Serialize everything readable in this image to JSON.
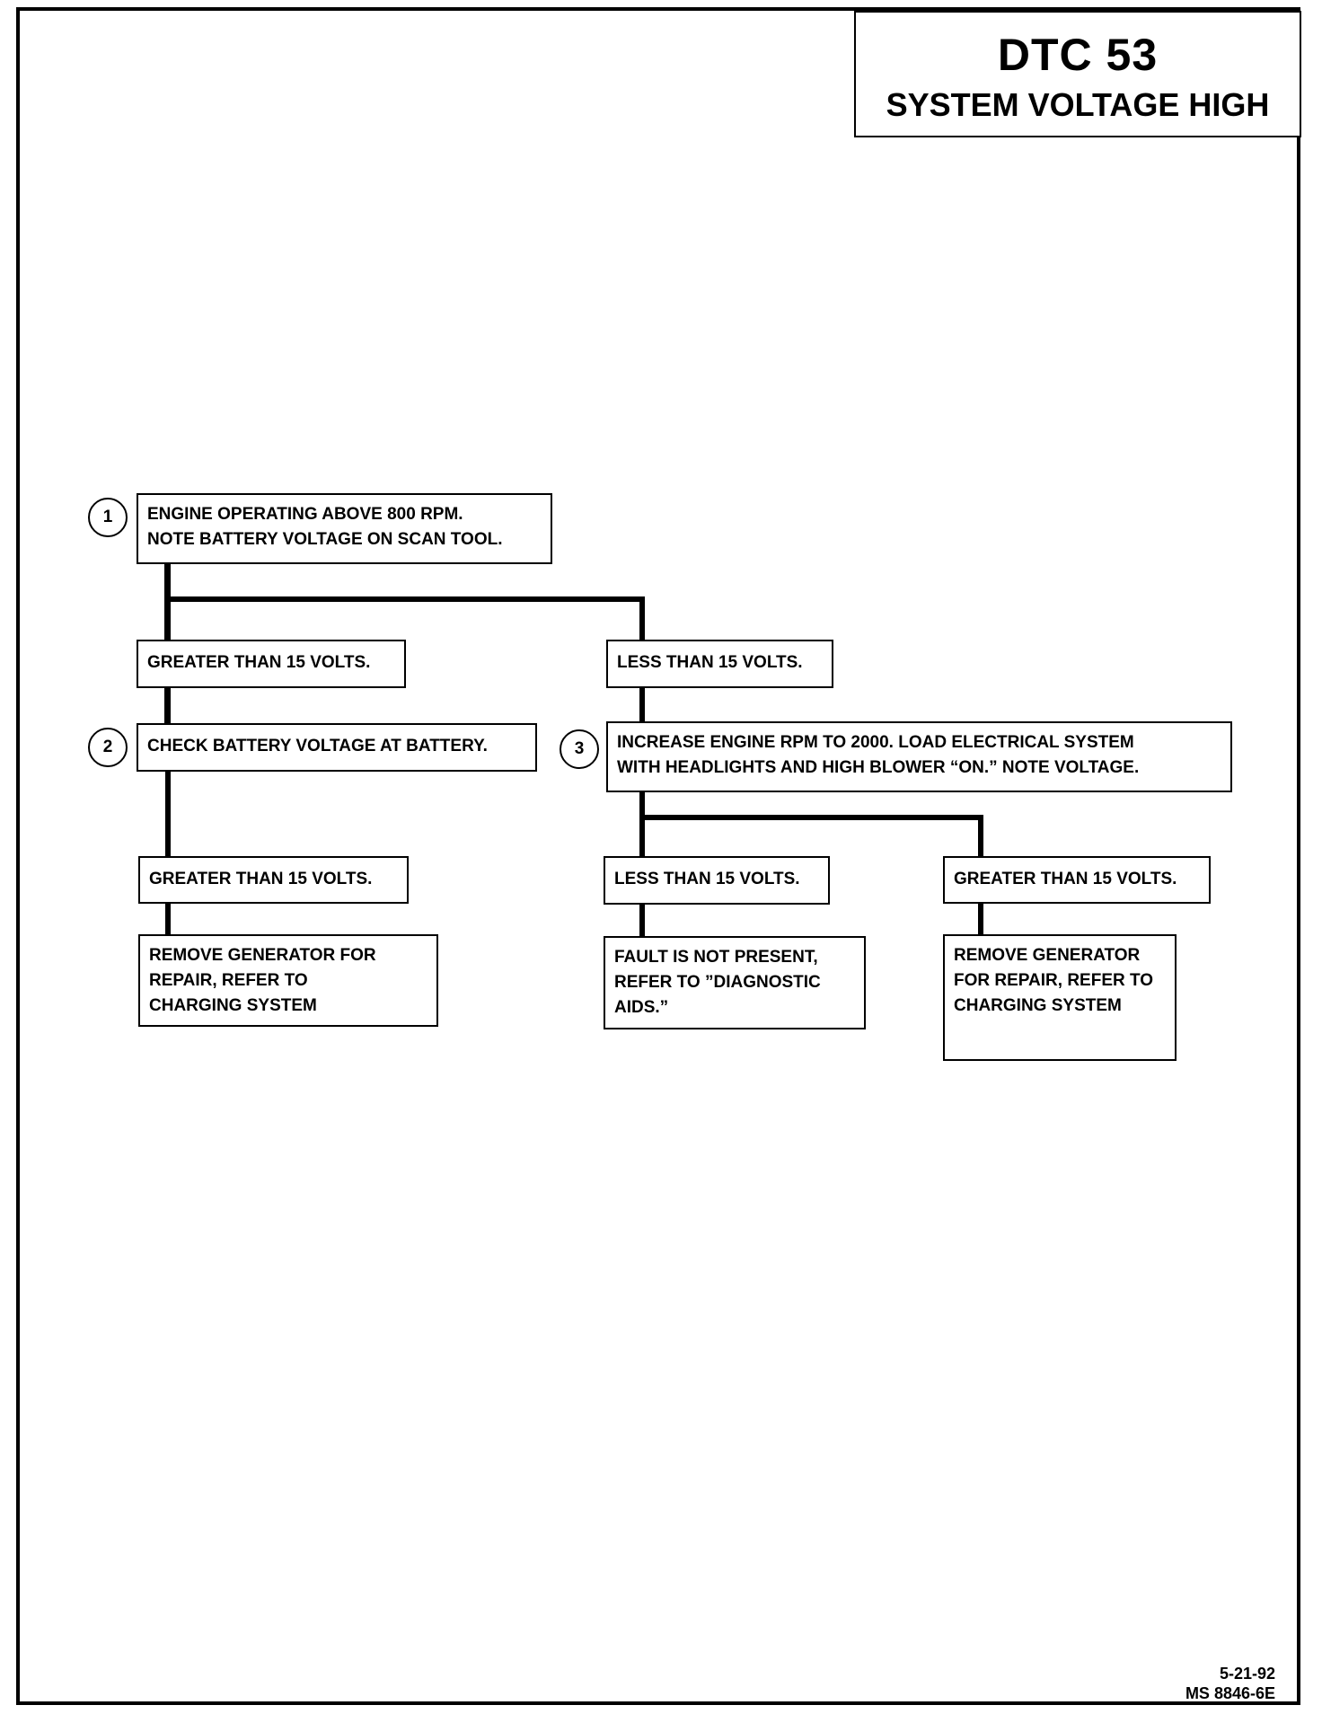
{
  "header": {
    "code": "DTC 53",
    "name": "SYSTEM VOLTAGE HIGH"
  },
  "steps": [
    {
      "number": "1",
      "text": "ENGINE OPERATING ABOVE 800 RPM.\nNOTE BATTERY VOLTAGE ON SCAN TOOL."
    },
    {
      "number": "2",
      "text": "CHECK BATTERY VOLTAGE AT BATTERY."
    },
    {
      "number": "3",
      "text": "INCREASE ENGINE RPM TO 2000.  LOAD ELECTRICAL SYSTEM\nWITH HEADLIGHTS AND HIGH BLOWER “ON.”  NOTE VOLTAGE."
    }
  ],
  "results": {
    "step1_high": "GREATER THAN 15 VOLTS.",
    "step1_low": "LESS THAN 15 VOLTS.",
    "step2_high": "GREATER THAN 15 VOLTS.",
    "step3_low": "LESS THAN 15 VOLTS.",
    "step3_high": "GREATER THAN 15 VOLTS."
  },
  "actions": {
    "step2_high": "REMOVE GENERATOR FOR\nREPAIR,  REFER TO\nCHARGING  SYSTEM",
    "step3_low": "FAULT IS NOT PRESENT,\nREFER TO ”DIAGNOSTIC\nAIDS.”",
    "step3_high": "REMOVE GENERATOR\nFOR REPAIR, REFER TO\nCHARGING SYSTEM"
  },
  "footer": {
    "date": "5-21-92",
    "doc_number": "MS 8846-6E"
  }
}
